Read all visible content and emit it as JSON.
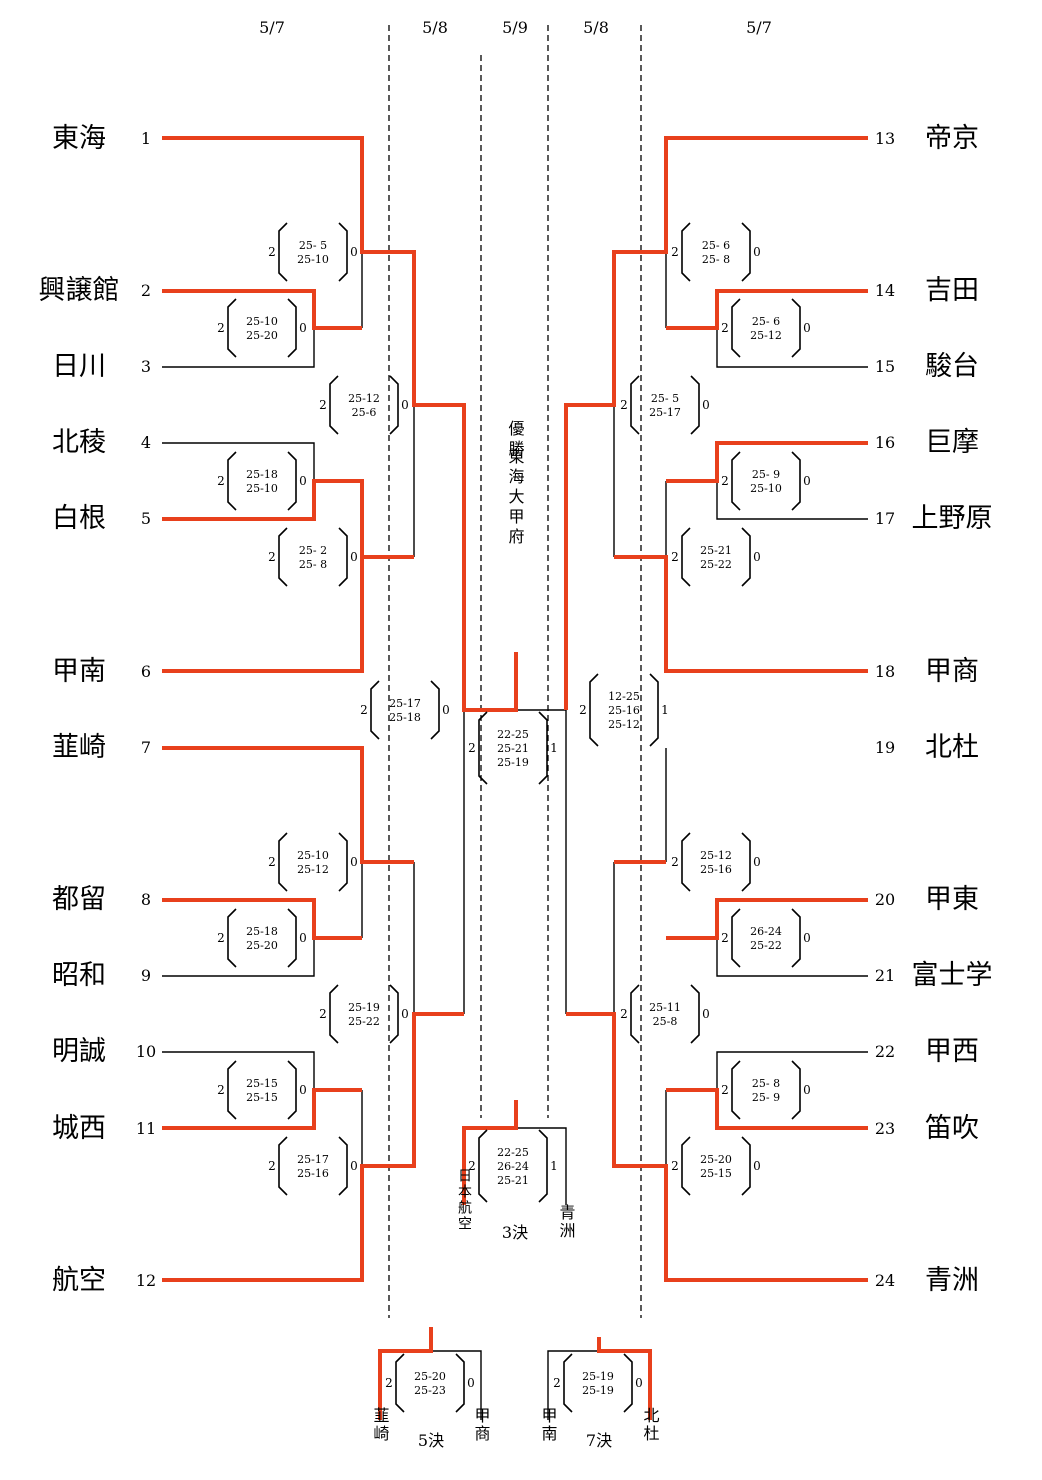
{
  "dates": [
    "5/7",
    "5/8",
    "5/9",
    "5/8",
    "5/7"
  ],
  "teams_left": [
    {
      "seed": "1",
      "name": "東海"
    },
    {
      "seed": "2",
      "name": "興譲館"
    },
    {
      "seed": "3",
      "name": "日川"
    },
    {
      "seed": "4",
      "name": "北稜"
    },
    {
      "seed": "5",
      "name": "白根"
    },
    {
      "seed": "6",
      "name": "甲南"
    },
    {
      "seed": "7",
      "name": "韮崎"
    },
    {
      "seed": "8",
      "name": "都留"
    },
    {
      "seed": "9",
      "name": "昭和"
    },
    {
      "seed": "10",
      "name": "明誠"
    },
    {
      "seed": "11",
      "name": "城西"
    },
    {
      "seed": "12",
      "name": "航空"
    }
  ],
  "teams_right": [
    {
      "seed": "13",
      "name": "帝京"
    },
    {
      "seed": "14",
      "name": "吉田"
    },
    {
      "seed": "15",
      "name": "駿台"
    },
    {
      "seed": "16",
      "name": "巨摩"
    },
    {
      "seed": "17",
      "name": "上野原"
    },
    {
      "seed": "18",
      "name": "甲商"
    },
    {
      "seed": "19",
      "name": "北杜"
    },
    {
      "seed": "20",
      "name": "甲東"
    },
    {
      "seed": "21",
      "name": "富士学"
    },
    {
      "seed": "22",
      "name": "甲西"
    },
    {
      "seed": "23",
      "name": "笛吹"
    },
    {
      "seed": "24",
      "name": "青洲"
    }
  ],
  "champion": {
    "label": "優勝",
    "team": "東海大甲府"
  },
  "matches": [
    {
      "w": "2",
      "l": "0",
      "sets": [
        "25- 5",
        "25-10"
      ]
    },
    {
      "w": "2",
      "l": "0",
      "sets": [
        "25-10",
        "25-20"
      ]
    },
    {
      "w": "2",
      "l": "0",
      "sets": [
        "25-12",
        "25-6"
      ]
    },
    {
      "w": "2",
      "l": "0",
      "sets": [
        "25-18",
        "25-10"
      ]
    },
    {
      "w": "2",
      "l": "0",
      "sets": [
        "25- 2",
        "25- 8"
      ]
    },
    {
      "w": "2",
      "l": "0",
      "sets": [
        "25-17",
        "25-18"
      ]
    },
    {
      "w": "2",
      "l": "0",
      "sets": [
        "25-10",
        "25-12"
      ]
    },
    {
      "w": "2",
      "l": "0",
      "sets": [
        "25-18",
        "25-20"
      ]
    },
    {
      "w": "2",
      "l": "0",
      "sets": [
        "25-19",
        "25-22"
      ]
    },
    {
      "w": "2",
      "l": "0",
      "sets": [
        "25-15",
        "25-15"
      ]
    },
    {
      "w": "2",
      "l": "0",
      "sets": [
        "25-17",
        "25-16"
      ]
    },
    {
      "w": "2",
      "l": "0",
      "sets": [
        "25- 6",
        "25- 8"
      ]
    },
    {
      "w": "2",
      "l": "0",
      "sets": [
        "25- 6",
        "25-12"
      ]
    },
    {
      "w": "2",
      "l": "0",
      "sets": [
        "25- 5",
        "25-17"
      ]
    },
    {
      "w": "2",
      "l": "0",
      "sets": [
        "25- 9",
        "25-10"
      ]
    },
    {
      "w": "2",
      "l": "0",
      "sets": [
        "25-21",
        "25-22"
      ]
    },
    {
      "w": "2",
      "l": "1",
      "sets": [
        "12-25",
        "25-16",
        "25-12"
      ]
    },
    {
      "w": "2",
      "l": "1",
      "sets": [
        "22-25",
        "25-21",
        "25-19"
      ]
    },
    {
      "w": "2",
      "l": "0",
      "sets": [
        "25-12",
        "25-16"
      ]
    },
    {
      "w": "2",
      "l": "0",
      "sets": [
        "26-24",
        "25-22"
      ]
    },
    {
      "w": "2",
      "l": "0",
      "sets": [
        "25-11",
        "25-8"
      ]
    },
    {
      "w": "2",
      "l": "0",
      "sets": [
        "25- 8",
        "25- 9"
      ]
    },
    {
      "w": "2",
      "l": "0",
      "sets": [
        "25-20",
        "25-15"
      ]
    },
    {
      "w": "2",
      "l": "1",
      "sets": [
        "22-25",
        "26-24",
        "25-21"
      ]
    },
    {
      "w": "2",
      "l": "0",
      "sets": [
        "25-20",
        "25-23"
      ]
    },
    {
      "w": "2",
      "l": "0",
      "sets": [
        "25-19",
        "25-19"
      ]
    }
  ],
  "third_place": {
    "left": "日本航空",
    "title": "3決",
    "right": "青洲"
  },
  "fifth_place": {
    "left": "韮崎",
    "title": "5決",
    "right": "甲商"
  },
  "seventh_place": {
    "left": "甲南",
    "title": "7決",
    "right": "北杜"
  },
  "colors": {
    "winner_line": "#e8401c",
    "loser_line": "#000000"
  }
}
